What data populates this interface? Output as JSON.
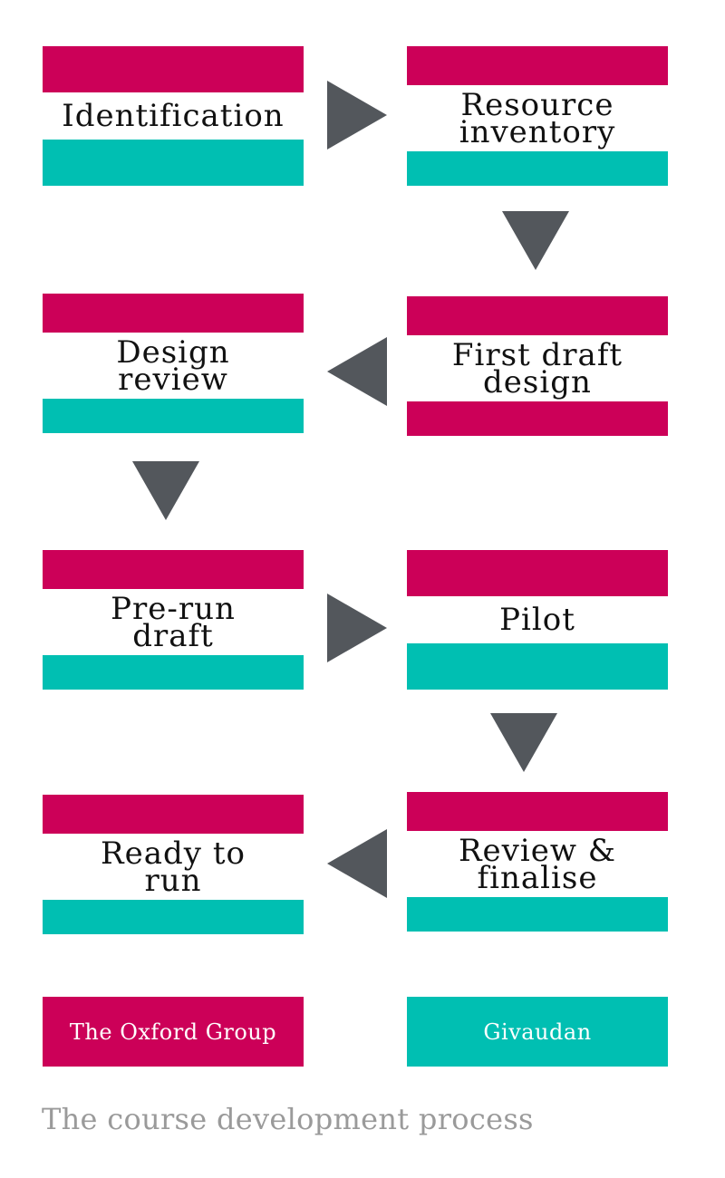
{
  "colors": {
    "oxford": "#cc0058",
    "givaudan": "#00bfb2",
    "arrow": "#53575c",
    "caption": "#9a9a9a"
  },
  "steps": [
    {
      "label": "Identification",
      "top_owner": "oxford",
      "bottom_owner": "givaudan"
    },
    {
      "label": "Resource\ninventory",
      "top_owner": "oxford",
      "bottom_owner": "givaudan"
    },
    {
      "label": "First draft\ndesign",
      "top_owner": "oxford",
      "bottom_owner": "oxford"
    },
    {
      "label": "Design\nreview",
      "top_owner": "oxford",
      "bottom_owner": "givaudan"
    },
    {
      "label": "Pre-run\ndraft",
      "top_owner": "oxford",
      "bottom_owner": "givaudan"
    },
    {
      "label": "Pilot",
      "top_owner": "oxford",
      "bottom_owner": "givaudan"
    },
    {
      "label": "Review &\nfinalise",
      "top_owner": "oxford",
      "bottom_owner": "givaudan"
    },
    {
      "label": "Ready to\nrun",
      "top_owner": "oxford",
      "bottom_owner": "givaudan"
    }
  ],
  "flow": [
    {
      "direction": "right",
      "icon": "arrow-right-icon"
    },
    {
      "direction": "down",
      "icon": "arrow-down-icon"
    },
    {
      "direction": "left",
      "icon": "arrow-left-icon"
    },
    {
      "direction": "down",
      "icon": "arrow-down-icon"
    },
    {
      "direction": "right",
      "icon": "arrow-right-icon"
    },
    {
      "direction": "down",
      "icon": "arrow-down-icon"
    },
    {
      "direction": "left",
      "icon": "arrow-left-icon"
    }
  ],
  "legend": {
    "oxford_label": "The Oxford Group",
    "givaudan_label": "Givaudan"
  },
  "caption": "The course development process"
}
